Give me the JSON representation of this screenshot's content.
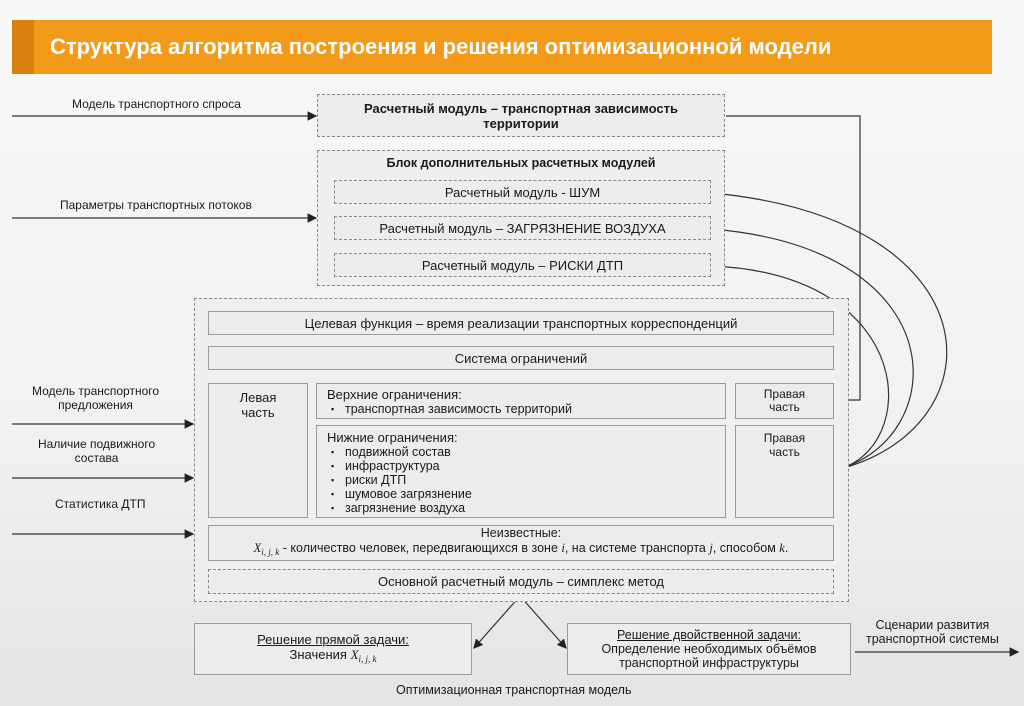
{
  "title": "Структура алгоритма построения и решения оптимизационной модели",
  "inputs": {
    "demand": "Модель транспортного спроса",
    "flows": "Параметры транспортных потоков",
    "supply_1": "Модель транспортного",
    "supply_2": "предложения",
    "rolling_1": "Наличие подвижного",
    "rolling_2": "состава",
    "accidents": "Статистика ДТП"
  },
  "territory_module_1": "Расчетный модуль – транспортная зависимость",
  "territory_module_2": "территории",
  "extra_block": {
    "title": "Блок дополнительных расчетных модулей",
    "noise": "Расчетный модуль - ШУМ",
    "air": "Расчетный модуль – ЗАГРЯЗНЕНИЕ ВОЗДУХА",
    "risk": "Расчетный модуль – РИСКИ ДТП"
  },
  "objective": "Целевая функция – время реализации транспортных корреспонденций",
  "constraints": "Система ограничений",
  "left_part_1": "Левая",
  "left_part_2": "часть",
  "right_part_1": "Правая",
  "right_part_2": "часть",
  "upper": {
    "title": "Верхние ограничения:",
    "items": [
      "транспортная зависимость территорий"
    ]
  },
  "lower": {
    "title": "Нижние ограничения:",
    "items": [
      "подвижной состав",
      "инфраструктура",
      "риски ДТП",
      "шумовое загрязнение",
      "загрязнение воздуха"
    ]
  },
  "unknowns": {
    "title": "Неизвестные:",
    "var": "X",
    "sub": "i, j, k",
    "text": " - количество человек, передвигающихся в зоне ",
    "i": "i",
    "mid": ", на системе транспорта ",
    "j": "j",
    "end": ", способом ",
    "k": "k",
    "dot": "."
  },
  "simplex": "Основной расчетный модуль – симплекс метод",
  "primal": {
    "title": "Решение прямой задачи:",
    "values": "Значения ",
    "var": "X",
    "sub": "i, j, k"
  },
  "dual": {
    "title": "Решение двойственной задачи:",
    "line1": "Определение необходимых объёмов",
    "line2": "транспортной инфраструктуры"
  },
  "scenarios_1": "Сценарии развития",
  "scenarios_2": "транспортной системы",
  "model_caption": "Оптимизационная транспортная модель"
}
